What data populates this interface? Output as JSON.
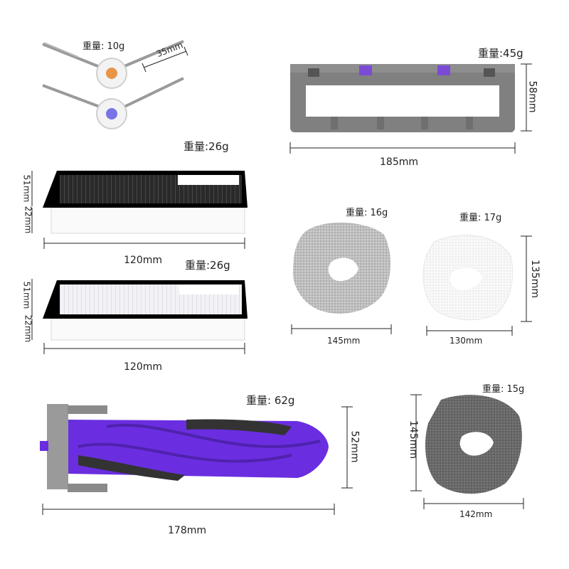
{
  "side_brush": {
    "weight": "重量: 10g",
    "length": "35mm",
    "hub_colors": [
      "#e8954a",
      "#7a73e6"
    ]
  },
  "main_brush_frame": {
    "weight": "重量:45g",
    "width": "185mm",
    "height": "58mm",
    "accent": "#7b4bd6"
  },
  "filter_1": {
    "weight": "重量:26g",
    "depth": "51mm",
    "height": "22mm",
    "width": "120mm"
  },
  "filter_2": {
    "weight": "重量:26g",
    "depth": "51mm",
    "height": "22mm",
    "width": "120mm"
  },
  "mop_gray": {
    "weight": "重量: 16g",
    "width": "145mm"
  },
  "mop_white": {
    "weight": "重量: 17g",
    "width": "130mm",
    "height": "135mm"
  },
  "roller_brush": {
    "weight": "重量: 62g",
    "width": "178mm",
    "height": "52mm",
    "color": "#6a2ee0"
  },
  "mop_dark": {
    "weight": "重量: 15g",
    "width": "142mm",
    "height": "145mm"
  }
}
